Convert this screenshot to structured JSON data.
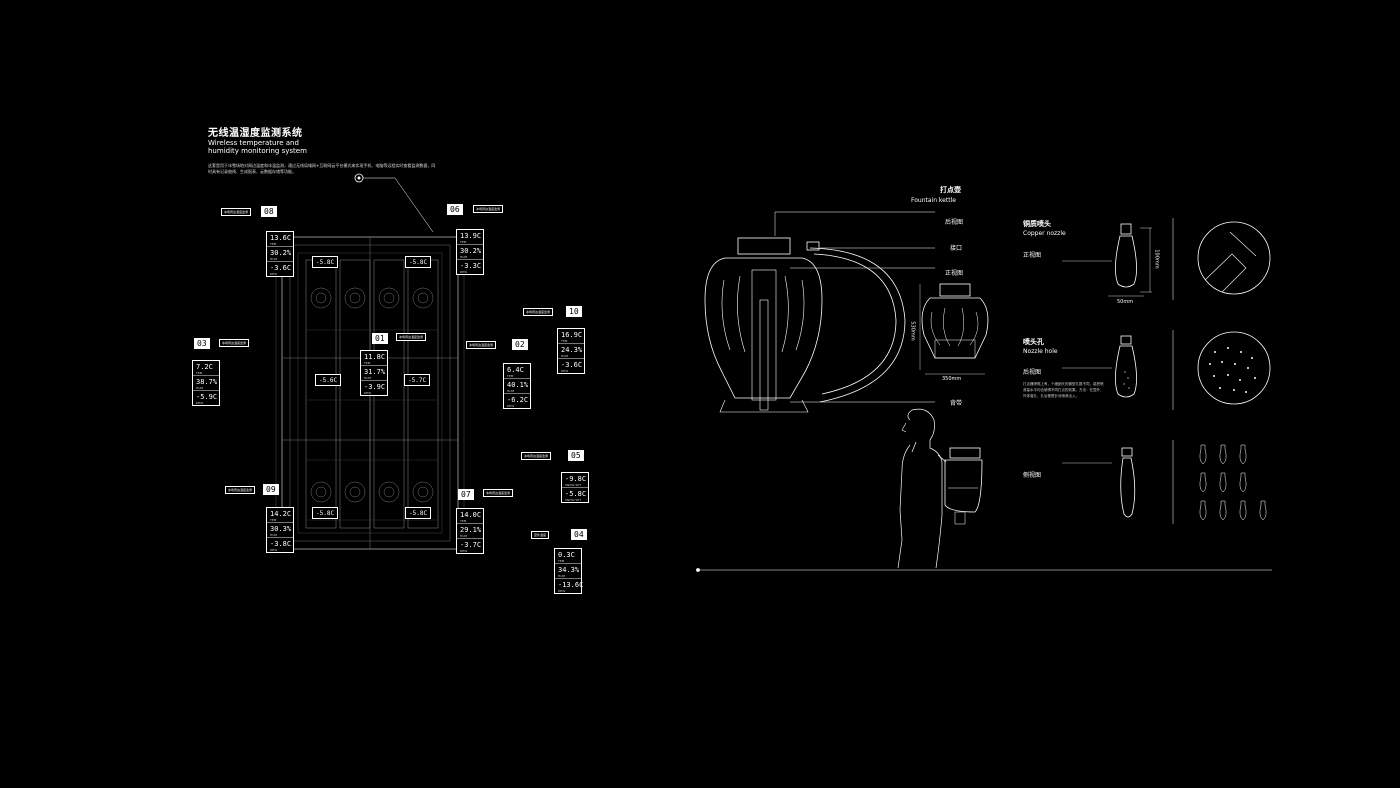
{
  "monitor": {
    "title_cn": "无线温湿度监测系统",
    "title_en": "Wireless temperature and humidity monitoring system",
    "description": "这套是用于冰雪场地对周边温度和冰温监测，通过无线局域网+互联网云平台模式来实现手机、电脑等远程实时查看监测数据，同时具有记录曲线、生成报表、云数据存储等功能。",
    "sensors": [
      {
        "id": "08",
        "tag": "冰场周边温度监测",
        "readings": [
          {
            "value": "13.6C",
            "unit": "TEM"
          },
          {
            "value": "30.2%",
            "unit": "HUM"
          },
          {
            "value": "-3.6C",
            "unit": "DEW"
          }
        ]
      },
      {
        "id": "06",
        "tag": "冰场周边温度监测",
        "readings": [
          {
            "value": "13.9C",
            "unit": "TEM"
          },
          {
            "value": "30.2%",
            "unit": "HUM"
          },
          {
            "value": "-3.3C",
            "unit": "DEW"
          }
        ]
      },
      {
        "id": "10",
        "tag": "冰场周边温度监测",
        "readings": [
          {
            "value": "16.9C",
            "unit": "TEM"
          },
          {
            "value": "24.3%",
            "unit": "HUM"
          },
          {
            "value": "-3.6C",
            "unit": "DEW"
          }
        ]
      },
      {
        "id": "03",
        "tag": "冰场周边温度监测",
        "readings": [
          {
            "value": "7.2C",
            "unit": "TEM"
          },
          {
            "value": "38.7%",
            "unit": "HUM"
          },
          {
            "value": "-5.9C",
            "unit": "DEW"
          }
        ]
      },
      {
        "id": "02",
        "tag": "冰场周边温度监测",
        "readings": [
          {
            "value": "6.4C",
            "unit": "TEM"
          },
          {
            "value": "40.1%",
            "unit": "HUM"
          },
          {
            "value": "-6.2C",
            "unit": "DEW"
          }
        ]
      },
      {
        "id": "01",
        "tag": "冰场周边温度监测",
        "readings": [
          {
            "value": "11.8C",
            "unit": "TEM"
          },
          {
            "value": "31.7%",
            "unit": "HUM"
          },
          {
            "value": "-3.9C",
            "unit": "DEW"
          }
        ]
      },
      {
        "id": "05",
        "tag": "冰场周边温度监测",
        "readings": [
          {
            "value": "-9.8C",
            "unit": "SNOW SET"
          },
          {
            "value": "-5.8C",
            "unit": "SNOW SET"
          }
        ]
      },
      {
        "id": "09",
        "tag": "冰场周边温度监测",
        "readings": [
          {
            "value": "14.2C",
            "unit": "TEM"
          },
          {
            "value": "30.3%",
            "unit": "HUM"
          },
          {
            "value": "-3.8C",
            "unit": "DEW"
          }
        ]
      },
      {
        "id": "07",
        "tag": "冰场周边温度监测",
        "readings": [
          {
            "value": "14.0C",
            "unit": "TEM"
          },
          {
            "value": "29.1%",
            "unit": "HUM"
          },
          {
            "value": "-3.7C",
            "unit": "DEW"
          }
        ]
      },
      {
        "id": "04",
        "tag": "室外温度",
        "readings": [
          {
            "value": "0.3C",
            "unit": "TEM"
          },
          {
            "value": "34.3%",
            "unit": "HUM"
          },
          {
            "value": "-13.6C",
            "unit": "DEW"
          }
        ]
      }
    ],
    "ice_readings": [
      "-5.8C",
      "-5.8C",
      "-5.6C",
      "-5.7C",
      "-5.8C",
      "-5.8C"
    ]
  },
  "kettle": {
    "title_cn": "打点壶",
    "title_en": "Fountain kettle",
    "labels": [
      "后视图",
      "接口",
      "正视图",
      "背带"
    ],
    "dim_height": "530mm",
    "dim_width": "350mm"
  },
  "nozzle": {
    "title_cn": "铜质喷头",
    "title_en": "Copper nozzle",
    "front_label": "正视图",
    "dim_h": "100mm",
    "dim_w": "50mm"
  },
  "hole": {
    "title_cn": "喷头孔",
    "title_en": "Nozzle hole",
    "back_label": "后视图",
    "description": "打点器喷嘴上有，个细细头的微型孔数不同，能把喷淋量水平均合使得不同打点的效果。方法：在壶外，外体落孔，孔后便是针对喷淋出入。"
  },
  "side": {
    "label": "侧视图"
  }
}
